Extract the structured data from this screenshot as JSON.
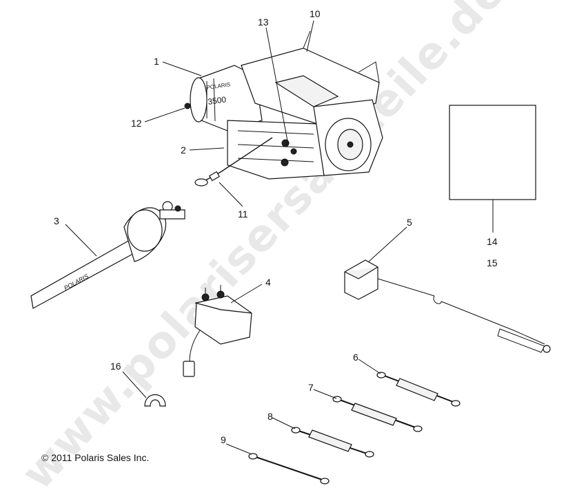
{
  "watermark": "www.polarisersatzteile.de",
  "copyright": "© 2011 Polaris Sales Inc.",
  "callouts": [
    "1",
    "2",
    "3",
    "4",
    "5",
    "6",
    "7",
    "8",
    "9",
    "10",
    "11",
    "12",
    "13",
    "14",
    "15",
    "16"
  ],
  "labels": {
    "strap_brand": "POLARIS",
    "winch_brand": "POLARIS",
    "winch_model": "3500"
  }
}
